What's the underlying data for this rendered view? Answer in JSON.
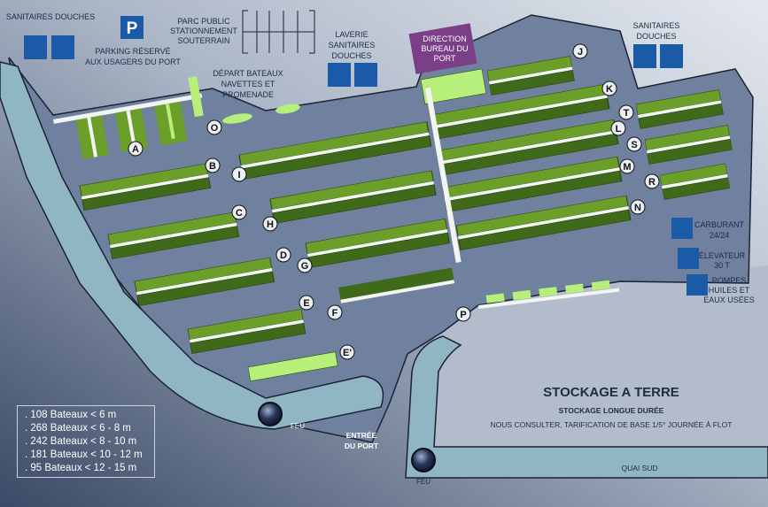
{
  "services": {
    "sanitaires_left": "SANITAIRES DOUCHES",
    "parking_icon": "P",
    "parking": [
      "PARKING RÉSERVÉ",
      "AUX USAGERS DU PORT"
    ],
    "parc_public": [
      "PARC PUBLIC",
      "STATIONNEMENT",
      "SOUTERRAIN"
    ],
    "laverie": [
      "LAVERIE",
      "SANITAIRES",
      "DOUCHES"
    ],
    "direction": [
      "DIRECTION",
      "BUREAU DU",
      "PORT"
    ],
    "sanitaires_right": [
      "SANITAIRES",
      "DOUCHES"
    ],
    "depart": [
      "DÉPART BATEAUX",
      "NAVETTES ET",
      "PROMENADE"
    ],
    "carburant": [
      "CARBURANT",
      "24/24"
    ],
    "elevateur": [
      "ÉLEVATEUR",
      "30 T"
    ],
    "pompes": [
      "POMPES",
      "HUILES ET",
      "EAUX USÉES"
    ]
  },
  "pontoons": [
    "A",
    "B",
    "C",
    "D",
    "E",
    "E'",
    "F",
    "G",
    "H",
    "I",
    "O",
    "J",
    "K",
    "L",
    "M",
    "N",
    "T",
    "S",
    "R",
    "P"
  ],
  "legend": [
    ". 108 Bateaux < 6 m",
    ". 268 Bateaux < 6 - 8 m",
    ". 242 Bateaux < 8 - 10 m",
    ". 181 Bateaux < 10 - 12 m",
    ". 95 Bateaux < 12 - 15 m"
  ],
  "storage": {
    "title": "STOCKAGE A TERRE",
    "subtitle": "STOCKAGE LONGUE DURÉE",
    "note": "NOUS CONSULTER, TARIFICATION DE BASE 1/5° JOURNÉE À FLOT"
  },
  "feu_left": "FEU",
  "feu_right": "FEU",
  "entree": [
    "ENTRÉE",
    "DU PORT"
  ],
  "quai_sud": "QUAI SUD",
  "colors": {
    "water": "#6f819f",
    "dock_dark": "#3f6a1a",
    "dock_mid": "#6c9e2a",
    "dock_light": "#b6ef7a",
    "channel": "#8fb6c2",
    "service_blue": "#1b5aa6",
    "direction": "#7a3f86"
  }
}
